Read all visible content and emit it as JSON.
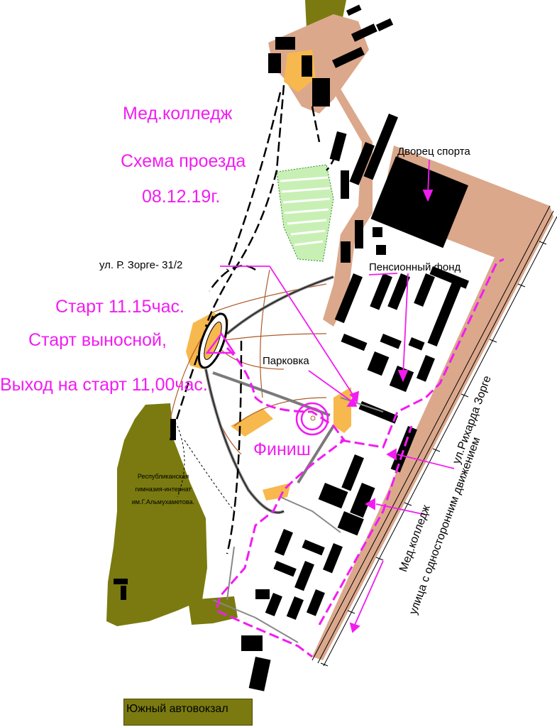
{
  "title_lines": [
    "Мед.колледж",
    "Схема проезда",
    "08.12.19г."
  ],
  "start_main": "Старт 11.15час.",
  "start_remote": "Старт выносной,",
  "exit_to_start": "Выход на старт 11,00час.",
  "finish": "Финиш",
  "address": "ул. Р. Зорге- 31/2",
  "parking": "Парковка",
  "sports_palace": "Дворец спорта",
  "pension_fund": "Пенсионный фонд",
  "street_name": "ул.Рихарда Зорге",
  "one_way_street": "улица с односторонним движением",
  "med_college": "Мед.колледж",
  "gymnasium": [
    "Республиканская",
    "гимназия-интернат",
    "им.Г.Альмухаметова."
  ],
  "bus_station": "Южный автовокзал",
  "colors": {
    "magenta": "#f21cf2",
    "olive": "#7a7a10",
    "orange": "#f7b84d",
    "building": "#000000",
    "paved": "#dba88c",
    "green": "#c8f0b4"
  }
}
